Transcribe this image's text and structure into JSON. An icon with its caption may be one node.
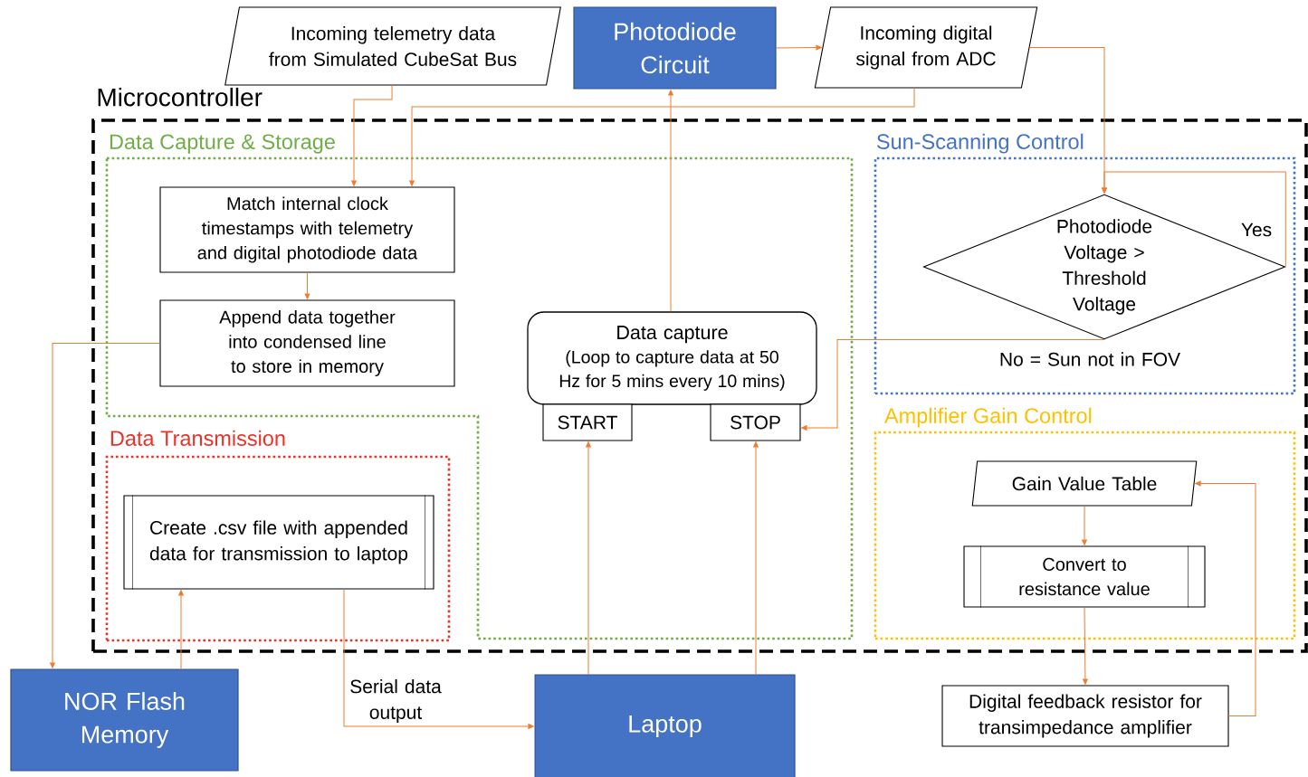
{
  "diagram": {
    "nodes": [
      {
        "text": [
          "Incoming telemetry data from Simulated CubeSat Bus"
        ]
      },
      {
        "text": [
          "Photodiode Circuit"
        ]
      },
      {
        "text": [
          "Incoming digital signal from ADC"
        ]
      },
      {
        "text": [
          "Microcontroller"
        ]
      },
      {
        "text": [
          "Data Capture & Storage"
        ],
        "in": 3
      },
      {
        "text": [
          "Match internal clock timestamps with telemetry and digital photodiode data"
        ],
        "in": 4
      },
      {
        "text": [
          "Append data together into condensed line to store in memory"
        ],
        "in": 4
      },
      {
        "text": [
          "Data capture",
          "(Loop to capture data at 50 Hz for 5 mins every 10 mins)"
        ],
        "in": 4
      },
      {
        "text": [
          "START"
        ],
        "in": 4
      },
      {
        "text": [
          "STOP"
        ],
        "in": 4
      },
      {
        "text": [
          "Sun-Scanning Control"
        ],
        "in": 3
      },
      {
        "text": [
          "Photodiode Voltage > Threshold Voltage"
        ],
        "in": 10
      },
      {
        "text": [
          "Data Transmission"
        ],
        "in": 3
      },
      {
        "text": [
          "Create .csv file with appended data for transmission to laptop"
        ],
        "in": 12
      },
      {
        "text": [
          "Amplifier Gain Control"
        ],
        "in": 3
      },
      {
        "text": [
          "Gain Value Table"
        ],
        "in": 14
      },
      {
        "text": [
          "Convert to resistance value"
        ],
        "in": 14
      },
      {
        "text": [
          "NOR Flash Memory"
        ]
      },
      {
        "text": [
          "Laptop"
        ]
      },
      {
        "text": [
          "Digital feedback resistor for transimpedance amplifier"
        ]
      }
    ],
    "edges": [
      {
        "from": 0,
        "to": 5,
        "arrow": "to"
      },
      {
        "from": 1,
        "to": 2,
        "arrow": "to"
      },
      {
        "from": 2,
        "to": 5,
        "arrow": "to"
      },
      {
        "from": 7,
        "to": 1,
        "arrow": "to"
      },
      {
        "from": 2,
        "to": 11,
        "arrow": "to"
      },
      {
        "from": 11,
        "to": 11,
        "arrow": "to",
        "label": "Yes"
      },
      {
        "from": 11,
        "to": 9,
        "arrow": "to",
        "label": "No = Sun not in FOV"
      },
      {
        "from": 5,
        "to": 6,
        "arrow": "to"
      },
      {
        "from": 6,
        "to": 17,
        "arrow": "to"
      },
      {
        "from": 17,
        "to": 13,
        "arrow": "to"
      },
      {
        "from": 13,
        "to": 18,
        "arrow": "to",
        "label": "Serial data output"
      },
      {
        "from": 18,
        "to": 8,
        "arrow": "to"
      },
      {
        "from": 18,
        "to": 9,
        "arrow": "to"
      },
      {
        "from": 15,
        "to": 16,
        "arrow": "to"
      },
      {
        "from": 16,
        "to": 19,
        "arrow": "to"
      },
      {
        "from": 19,
        "to": 15,
        "arrow": "to"
      }
    ]
  }
}
